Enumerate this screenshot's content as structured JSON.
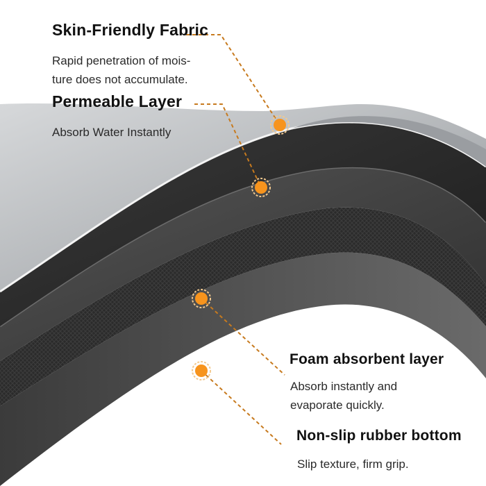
{
  "labels": [
    {
      "title": "Skin-Friendly Fabric",
      "description": "Rapid penetration of moisture does not accumulate.",
      "description_lines": [
        "Rapid penetration of mois-",
        "ture does not accumulate."
      ]
    },
    {
      "title": "Permeable Layer",
      "description": "Absorb Water Instantly"
    },
    {
      "title": "Foam absorbent layer",
      "description": "Absorb instantly and evaporate quickly.",
      "description_lines": [
        "Absorb instantly and",
        "evaporate quickly."
      ]
    },
    {
      "title": "Non-slip rubber bottom",
      "description": "Slip texture, firm grip."
    }
  ],
  "colors": {
    "marker": "#f7941d",
    "leader_line": "#c77a1e",
    "fabric_top": "#bcbfc2",
    "fabric_shadow": "#7d8185",
    "layer_dark": "#2a2a2a",
    "layer_mid": "#3d3d3d",
    "rubber_bottom": "#4a4a4a"
  }
}
